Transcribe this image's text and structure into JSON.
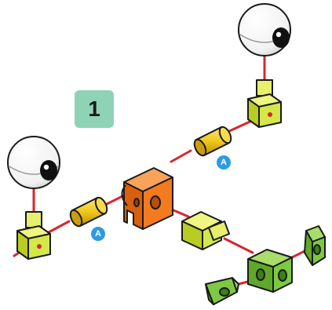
{
  "step": {
    "number": "1",
    "badge_color": "#8ed3b6"
  },
  "callouts": [
    {
      "label": "A",
      "color": "#2b9be3"
    },
    {
      "label": "A",
      "color": "#2b9be3"
    }
  ],
  "colors": {
    "connector_rod": "#d8262c",
    "orange_hub": "#f47a20",
    "yellow_connector": "#f0c81a",
    "lime_block": "#d4e84a",
    "green_block": "#7fc843",
    "eye_sclera": "#ffffff",
    "eye_pupil": "#111111",
    "outline": "#1a1a1a"
  },
  "parts": [
    {
      "name": "eye-ball",
      "count": 2
    },
    {
      "name": "lime-cube-connector",
      "count": 3
    },
    {
      "name": "yellow-peg-connector",
      "count": 2
    },
    {
      "name": "orange-hub-block",
      "count": 1
    },
    {
      "name": "green-cube-block",
      "count": 1
    },
    {
      "name": "green-wedge-foot",
      "count": 2
    }
  ]
}
